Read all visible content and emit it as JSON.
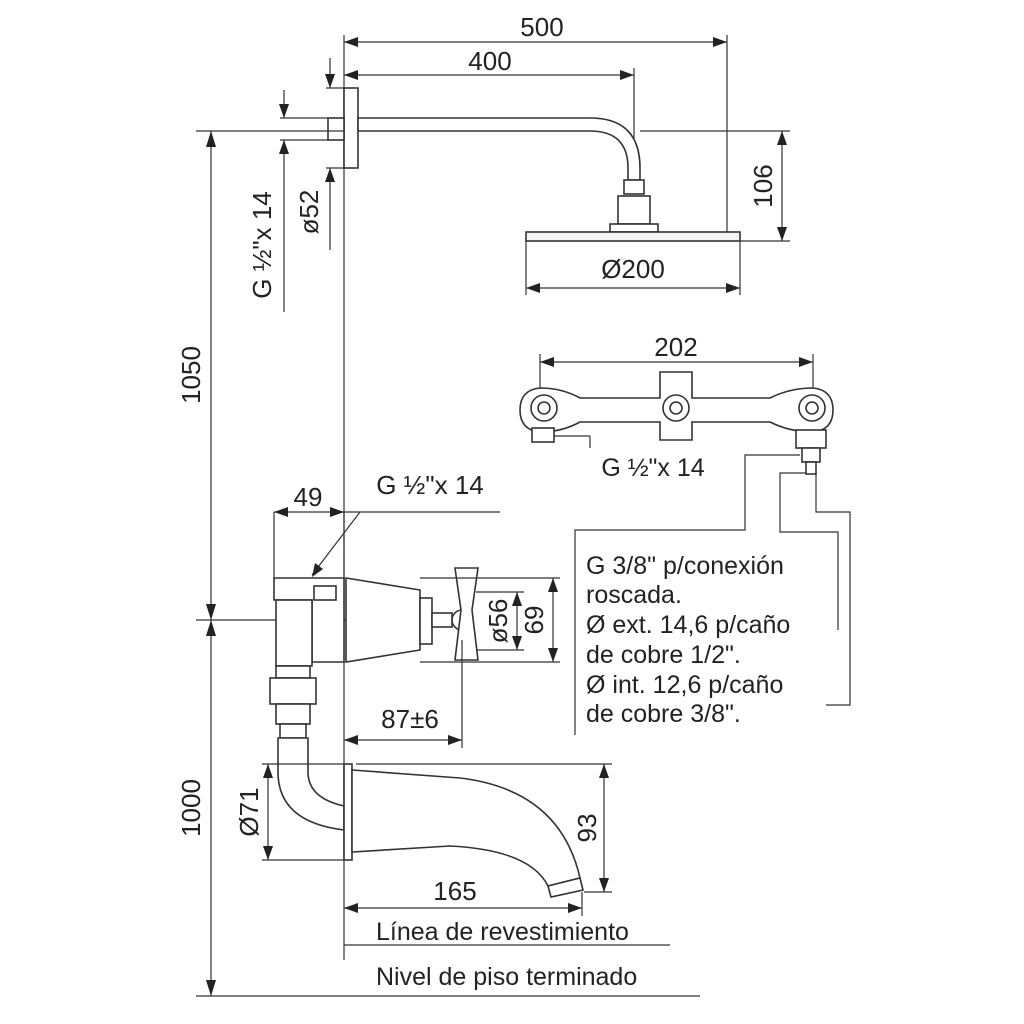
{
  "dimensions": {
    "overall_width": "500",
    "arm_length": "400",
    "head_height": "106",
    "head_diameter": "Ø200",
    "arm_thread": "G ½\"x 14",
    "flange_diameter": "ø52",
    "upper_height": "1050",
    "lower_height": "1000",
    "valve_centers": "202",
    "valve_thread": "G ½\"x 14",
    "outlet_depth": "49",
    "outlet_thread": "G ½\"x 14",
    "escutcheon_diameter": "ø56",
    "handle_height": "69",
    "valve_projection": "87±6",
    "spout_flange": "Ø71",
    "spout_height": "93",
    "spout_length": "165"
  },
  "notes": {
    "connection_lines": [
      "G 3/8\" p/conexión",
      "roscada.",
      "Ø ext. 14,6 p/caño",
      "de cobre 1/2\".",
      "Ø int. 12,6 p/caño",
      "de cobre 3/8\"."
    ],
    "wall_line": "Línea de revestimiento",
    "floor_line": "Nivel de piso terminado"
  }
}
